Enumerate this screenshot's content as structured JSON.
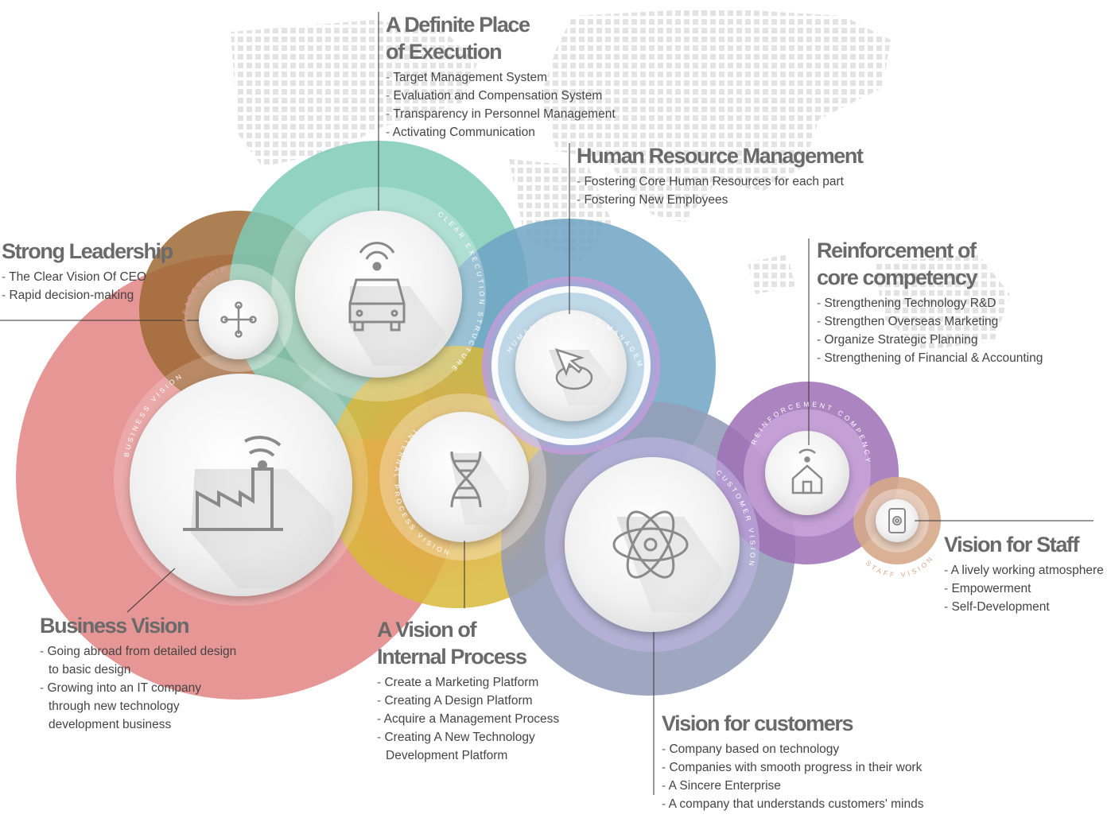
{
  "colors": {
    "execution": "#7ecab6",
    "leadership": "#a07440",
    "business": "#e07a7a",
    "hr": "#6fa5c4",
    "internal": "#d8b83a",
    "customer": "#8f9ab5",
    "reinforcement": "#9d70b5",
    "staff": "#d6a889",
    "text": "#555555"
  },
  "rings": {
    "leadership": "LEADERSHIP",
    "execution": "CLEAR EXECUTION STRUCTURE",
    "hr": "HUMAN RESOURCE MANAGEMENT",
    "business": "BUSINESS VISION",
    "internal": "INTERNAL PROCESS VISION",
    "customer": "CUSTOMER VISION",
    "reinforcement": "REINFORCEMENT COMPENCY",
    "staff": "STAFF VISION"
  },
  "icons": {
    "leadership": "network-icon",
    "execution": "connected-car-icon",
    "hr": "mouse-click-icon",
    "business": "smart-factory-icon",
    "internal": "dna-icon",
    "customer": "atom-icon",
    "reinforcement": "smart-home-icon",
    "staff": "fingerprint-phone-icon"
  },
  "sections": {
    "execution": {
      "title": "A Definite Place\nof Execution",
      "items": [
        "Target Management System",
        "Evaluation and Compensation System",
        "Transparency in Personnel Management",
        "Activating Communication"
      ]
    },
    "hr": {
      "title": "Human Resource Management",
      "items": [
        "Fostering Core Human Resources for each part",
        "Fostering New Employees"
      ]
    },
    "leadership": {
      "title": "Strong Leadership",
      "items": [
        "The Clear Vision Of CEO",
        "Rapid decision-making"
      ]
    },
    "reinforcement": {
      "title": "Reinforcement of\ncore competency",
      "items": [
        "Strengthening Technology R&D",
        "Strengthen Overseas Marketing",
        "Organize Strategic Planning",
        "Strengthening of Financial & Accounting"
      ]
    },
    "staff": {
      "title": "Vision for Staff",
      "items": [
        "A lively working atmosphere",
        "Empowerment",
        "Self-Development"
      ]
    },
    "business": {
      "title": "Business Vision",
      "items": [
        "Going abroad from detailed design\nto basic design",
        "Growing into an IT company\nthrough new technology\ndevelopment business"
      ]
    },
    "internal": {
      "title": "A Vision of\nInternal Process",
      "items": [
        "Create a Marketing Platform",
        "Creating A Design Platform",
        "Acquire a Management Process",
        "Creating A New Technology\nDevelopment Platform"
      ]
    },
    "customer": {
      "title": "Vision for customers",
      "items": [
        "Company based on technology",
        "Companies with smooth progress in their work",
        "A Sincere Enterprise",
        "A company that understands customers' minds"
      ]
    }
  }
}
